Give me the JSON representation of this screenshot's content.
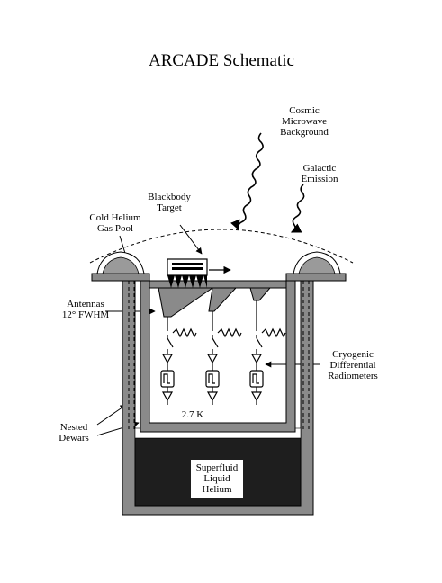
{
  "title": "ARCADE Schematic",
  "labels": {
    "cmb": [
      "Cosmic",
      "Microwave",
      "Background"
    ],
    "galactic": [
      "Galactic",
      "Emission"
    ],
    "blackbody": [
      "Blackbody",
      "Target"
    ],
    "cold_helium": [
      "Cold Helium",
      "Gas Pool"
    ],
    "antennas": [
      "Antennas",
      "12° FWHM"
    ],
    "radiometers": [
      "Cryogenic",
      "Differential",
      "Radiometers"
    ],
    "nested_dewars": [
      "Nested",
      "Dewars"
    ],
    "temperature": "2.7 K",
    "superfluid": [
      "Superfluid",
      "Liquid",
      "Helium"
    ]
  },
  "colors": {
    "dewar_outer": "#8a8a8a",
    "dewar_inner": "#8a8a8a",
    "helium": "#1e1e1e",
    "outline": "#000000"
  }
}
